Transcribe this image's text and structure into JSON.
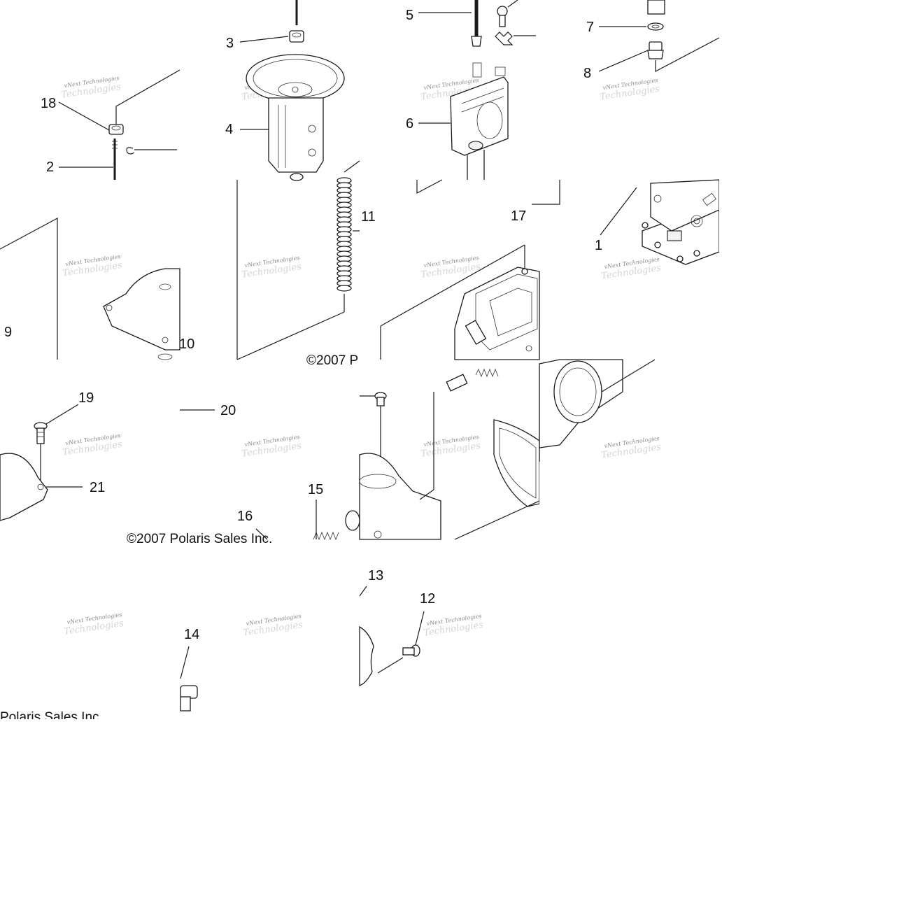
{
  "diagram": {
    "callouts": [
      "1",
      "2",
      "3",
      "4",
      "5",
      "6",
      "7",
      "8",
      "9",
      "10",
      "11",
      "12",
      "13",
      "14",
      "15",
      "16",
      "17",
      "18",
      "19",
      "20",
      "21"
    ],
    "copyright": {
      "mid_a": "©2007 P",
      "mid_b": "©2007 Polaris Sales Inc.",
      "bottom": "Polaris Sales Inc"
    },
    "watermark": {
      "line1": "vNext Technologies",
      "line2": "Technologies"
    }
  }
}
